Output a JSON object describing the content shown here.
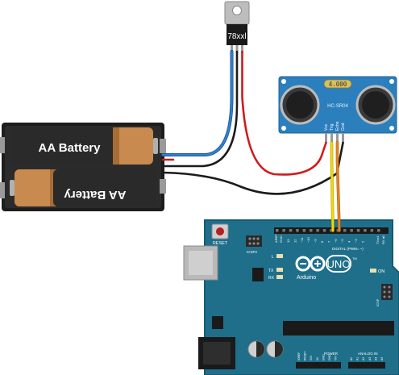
{
  "battery_pack": {
    "cells": [
      {
        "label": "AA Battery",
        "orientation": "normal"
      },
      {
        "label": "AA Battery",
        "orientation": "flipped"
      }
    ]
  },
  "regulator": {
    "label": "78xxl"
  },
  "sensor": {
    "crystal_label": "4.000",
    "model_label": "HC-SR04",
    "pins": [
      "Vcc",
      "Trig",
      "Echo",
      "Gnd"
    ]
  },
  "arduino": {
    "brand": "Arduino",
    "model": "UNO",
    "tm": "TM",
    "reset_label": "RESET",
    "icsp2_label": "ICSP2",
    "icsp_label": "ICSP",
    "l_label": "L",
    "tx_label": "TX",
    "rx_label": "RX",
    "on_label": "ON",
    "aref_label": "AREF",
    "gnd_label": "GND",
    "digital_label": "DIGITAL (PWM= ~)",
    "tx_pin_label": "TX ▸1",
    "rx_pin_label": "RX ◂0",
    "power_label": "POWER",
    "analog_label": "ANALOG IN",
    "digital_pins": [
      "13",
      "12",
      "~11",
      "~10",
      "~9",
      "8",
      "7",
      "~6",
      "~5",
      "4",
      "~3",
      "2"
    ],
    "power_pins": [
      "IOREF",
      "RESET",
      "3V3",
      "5V",
      "GND",
      "GND",
      "VIN"
    ],
    "analog_pins": [
      "A0",
      "A1",
      "A2",
      "A3",
      "A4",
      "A5"
    ]
  },
  "colors": {
    "board": "#1f6f8b",
    "board_edge": "#155a72",
    "sensor_board": "#2b7fbd",
    "battery_body": "#2a2a2a",
    "battery_cap": "#c88a4e",
    "wire_red": "#d01b1b",
    "wire_black": "#1b1b1b",
    "wire_blue": "#2f7fd1",
    "wire_yellow": "#f5d800",
    "wire_orange": "#e8821e"
  }
}
